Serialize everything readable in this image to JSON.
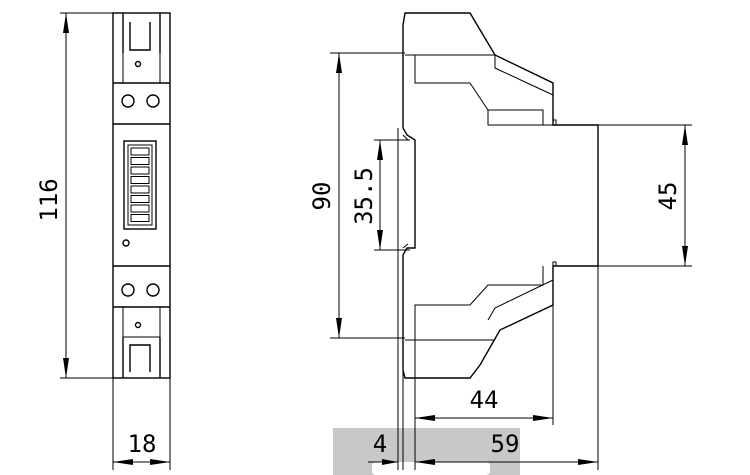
{
  "front_view": {
    "height_label": "116",
    "width_label": "18"
  },
  "side_view": {
    "overall_height_label": "90",
    "rail_height_label": "35.5",
    "body_height_label": "45",
    "depth_mid_label": "44",
    "depth_total_label": "59",
    "offset_label": "4"
  },
  "colors": {
    "line": "#000000",
    "watermark_bar": "#c8c8c8",
    "background": "#ffffff"
  }
}
